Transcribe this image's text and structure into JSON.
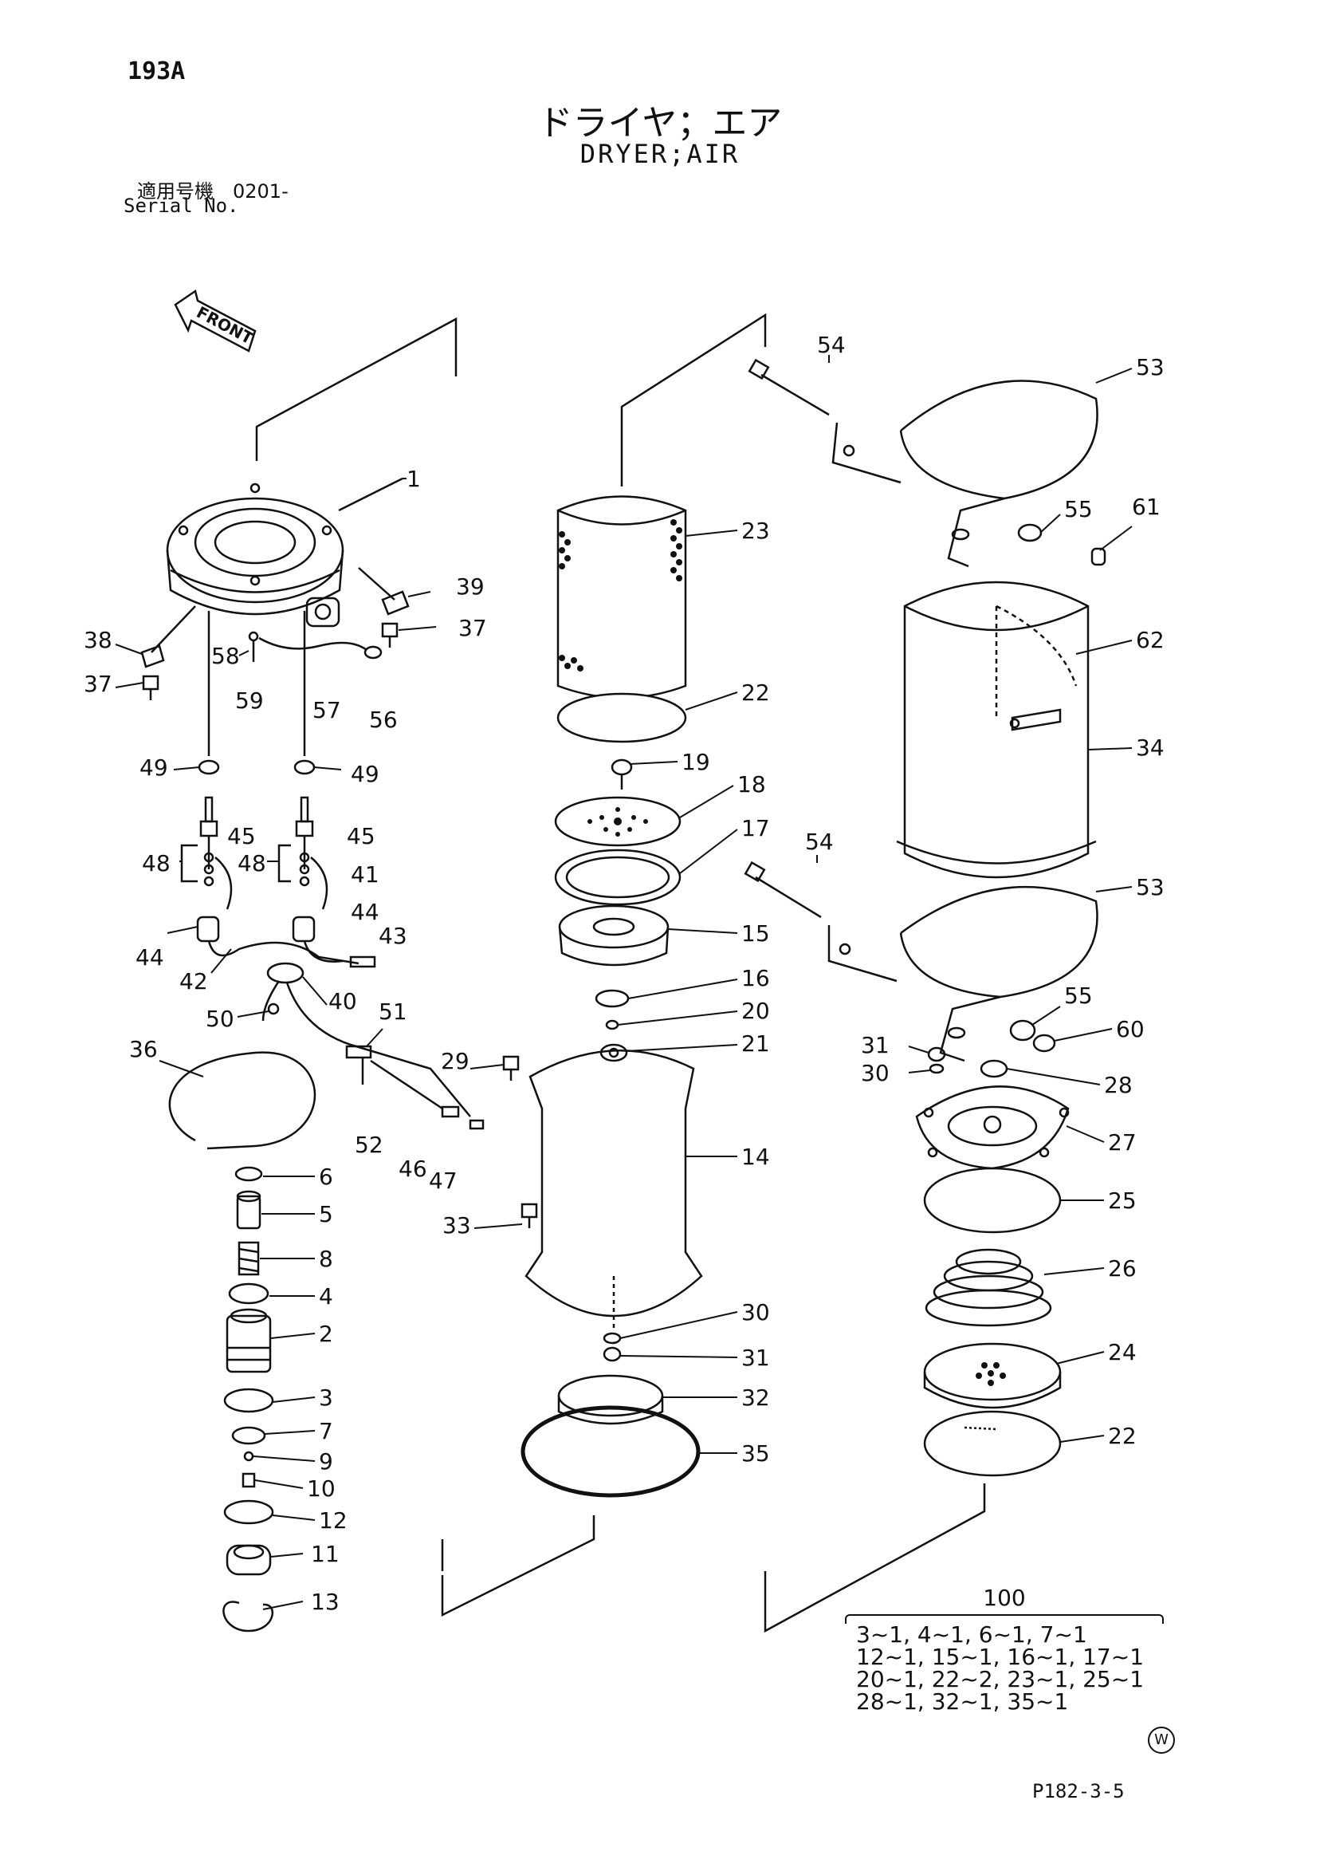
{
  "header": {
    "page_code": "193A",
    "title_jp": "ドライヤ；エア",
    "title_en": "DRYER;AIR",
    "serial_label_jp": "適用号機　0201-",
    "serial_label_en": "Serial No."
  },
  "direction_marker": "FRONT",
  "callouts": {
    "c1": "1",
    "c2": "2",
    "c3": "3",
    "c4": "4",
    "c5": "5",
    "c6": "6",
    "c7": "7",
    "c8": "8",
    "c9": "9",
    "c10": "10",
    "c11": "11",
    "c12": "12",
    "c13": "13",
    "c14": "14",
    "c15": "15",
    "c16": "16",
    "c17": "17",
    "c18": "18",
    "c19": "19",
    "c20": "20",
    "c21": "21",
    "c22a": "22",
    "c22b": "22",
    "c23": "23",
    "c24": "24",
    "c25": "25",
    "c26": "26",
    "c27": "27",
    "c28": "28",
    "c29": "29",
    "c30a": "30",
    "c30b": "30",
    "c31a": "31",
    "c31b": "31",
    "c32": "32",
    "c33": "33",
    "c34": "34",
    "c35": "35",
    "c36": "36",
    "c37a": "37",
    "c37b": "37",
    "c38": "38",
    "c39": "39",
    "c40": "40",
    "c41": "41",
    "c42": "42",
    "c43": "43",
    "c44a": "44",
    "c44b": "44",
    "c45a": "45",
    "c45b": "45",
    "c46": "46",
    "c47": "47",
    "c48a": "48",
    "c48b": "48",
    "c49a": "49",
    "c49b": "49",
    "c50": "50",
    "c51": "51",
    "c52": "52",
    "c53a": "53",
    "c53b": "53",
    "c54a": "54",
    "c54b": "54",
    "c55a": "55",
    "c55b": "55",
    "c56": "56",
    "c57": "57",
    "c58": "58",
    "c59": "59",
    "c60": "60",
    "c61": "61",
    "c62": "62"
  },
  "kit": {
    "label": "100",
    "lines": [
      "3~1,  4~1,  6~1,  7~1",
      "12~1, 15~1, 16~1, 17~1",
      "20~1, 22~2, 23~1, 25~1",
      "28~1, 32~1, 35~1"
    ]
  },
  "footer": {
    "mark": "W",
    "figure_code": "P182-3-5"
  }
}
